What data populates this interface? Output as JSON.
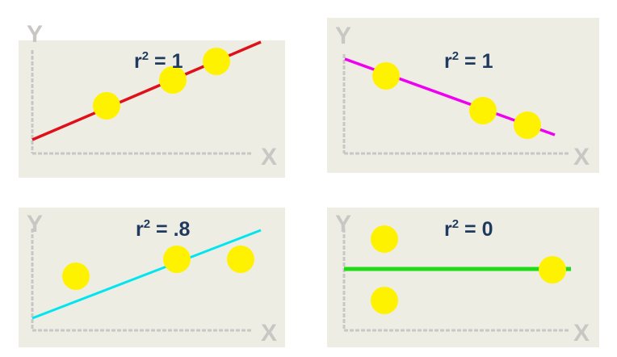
{
  "axis_labels": {
    "x": "X",
    "y": "Y"
  },
  "r2_prefix": "r",
  "r2_exponent": "2",
  "r2_equals": " = ",
  "colors": {
    "panel_bg": "#eeede4",
    "axis": "#c9c7c4",
    "text": "#1f3a5f",
    "point": "#fff200"
  },
  "panels": [
    {
      "id": "panel-1",
      "r2_value": "1",
      "line_color": "#e0101a",
      "trend": "positive-perfect"
    },
    {
      "id": "panel-2",
      "r2_value": "1",
      "line_color": "#f000f0",
      "trend": "negative-perfect"
    },
    {
      "id": "panel-3",
      "r2_value": ".8",
      "line_color": "#00e5f0",
      "trend": "positive-partial"
    },
    {
      "id": "panel-4",
      "r2_value": "0",
      "line_color": "#1ddc14",
      "trend": "none"
    }
  ]
}
